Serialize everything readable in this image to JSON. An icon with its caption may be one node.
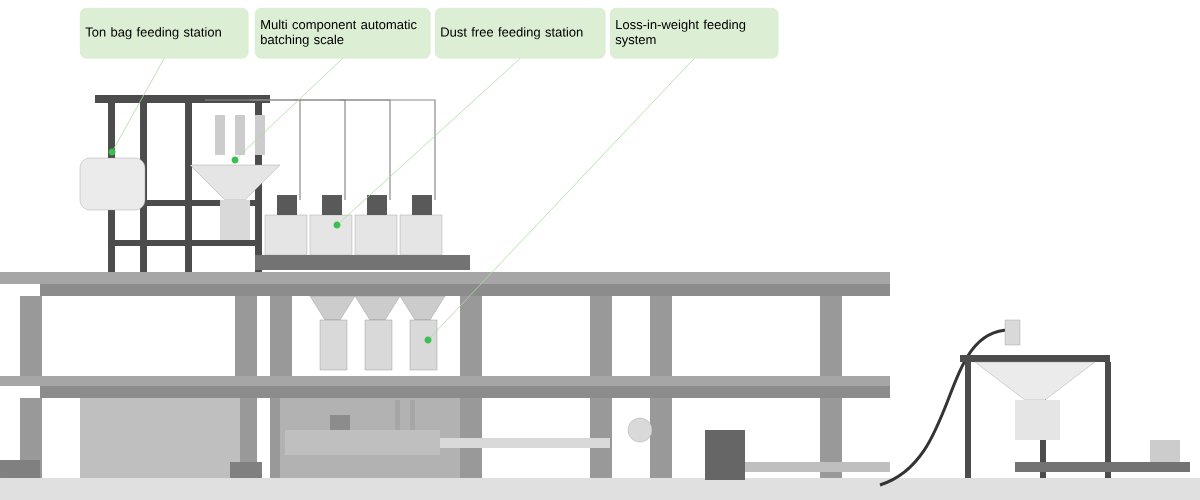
{
  "diagram": {
    "nodes": [
      {
        "text": [
          "Ton bag feeding station"
        ]
      },
      {
        "text": [
          "Multi component automatic batching scale"
        ]
      },
      {
        "text": [
          "Dust free feeding station"
        ]
      },
      {
        "text": [
          "Loss-in-weight feeding system"
        ]
      },
      {
        "text": [],
        "shape": "circle"
      },
      {
        "text": [],
        "shape": "circle"
      },
      {
        "text": [],
        "shape": "circle"
      },
      {
        "text": [],
        "shape": "circle"
      }
    ],
    "edges": [
      {
        "from": 0,
        "to": 4,
        "arrow": "none"
      },
      {
        "from": 1,
        "to": 5,
        "arrow": "none"
      },
      {
        "from": 2,
        "to": 6,
        "arrow": "none"
      },
      {
        "from": 3,
        "to": 7,
        "arrow": "none"
      }
    ]
  }
}
